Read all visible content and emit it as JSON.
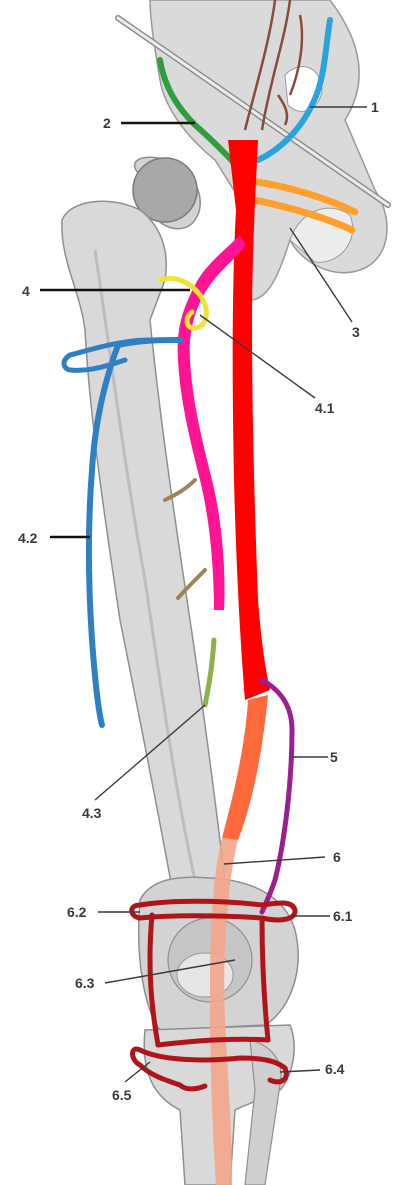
{
  "labels": {
    "l1": "1",
    "l2": "2",
    "l3": "3",
    "l4": "4",
    "l4_1": "4.1",
    "l4_2": "4.2",
    "l4_3": "4.3",
    "l5": "5",
    "l6": "6",
    "l6_1": "6.1",
    "l6_2": "6.2",
    "l6_3": "6.3",
    "l6_4": "6.4",
    "l6_5": "6.5"
  },
  "colors": {
    "bone": "#d9d9d9",
    "bone_edge": "#8f8f8f",
    "femoral_artery": "#ff0000",
    "deep_femoral": "#ff1493",
    "lateral_circumflex_descending": "#2f7fc4",
    "medial_circumflex": "#f2e13a",
    "perforating": "#a0825a",
    "obturator": "#ff9f2e",
    "superficial_epigastric": "#2aa3de",
    "circumflex_iliac": "#2f9e3f",
    "descending_genicular": "#9b1f8f",
    "popliteal": "#ff6a3d",
    "popliteal_distal": "#f2a58a",
    "genicular_network": "#b0141b",
    "perforating_green": "#8fb04a"
  }
}
